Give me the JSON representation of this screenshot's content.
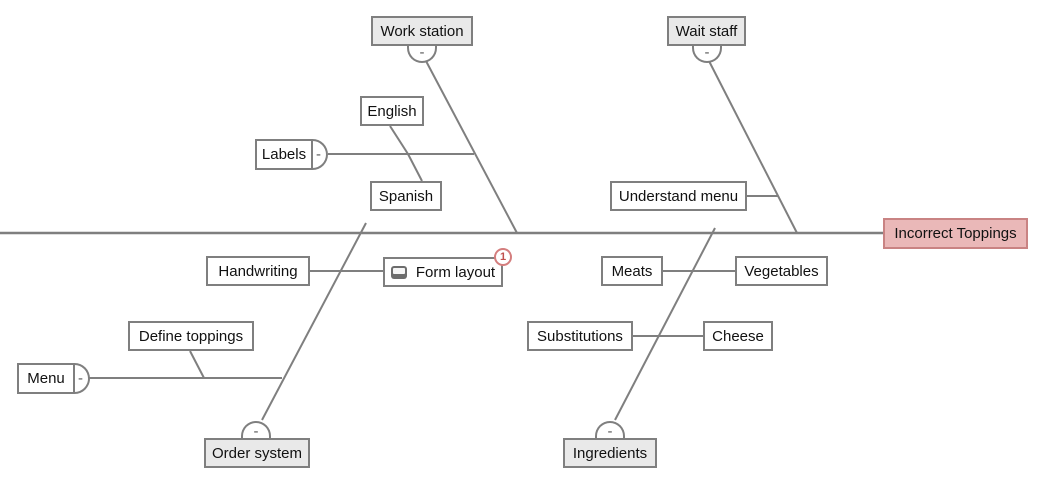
{
  "diagram_type": "fishbone-cause-and-effect",
  "problem": {
    "label": "Incorrect Toppings"
  },
  "nodes": {
    "work_station": "Work station",
    "wait_staff": "Wait staff",
    "order_system": "Order system",
    "ingredients": "Ingredients",
    "labels": "Labels",
    "english": "English",
    "spanish": "Spanish",
    "understand_menu": "Understand menu",
    "handwriting": "Handwriting",
    "form_layout": "Form layout",
    "define_toppings": "Define toppings",
    "menu": "Menu",
    "meats": "Meats",
    "vegetables": "Vegetables",
    "substitutions": "Substitutions",
    "cheese": "Cheese"
  },
  "controls": {
    "collapse_glyph": "-"
  },
  "badges": {
    "form_layout_count": "1"
  },
  "icons": {
    "form_layout": "note-icon"
  },
  "colors": {
    "line": "#7f7f7f",
    "box_border": "#7f7f7f",
    "category_fill": "#e9e9e9",
    "cause_fill": "#ffffff",
    "problem_fill": "#eab8b8",
    "problem_border": "#c98383",
    "badge_accent": "#c0504d",
    "text": "#111111"
  }
}
